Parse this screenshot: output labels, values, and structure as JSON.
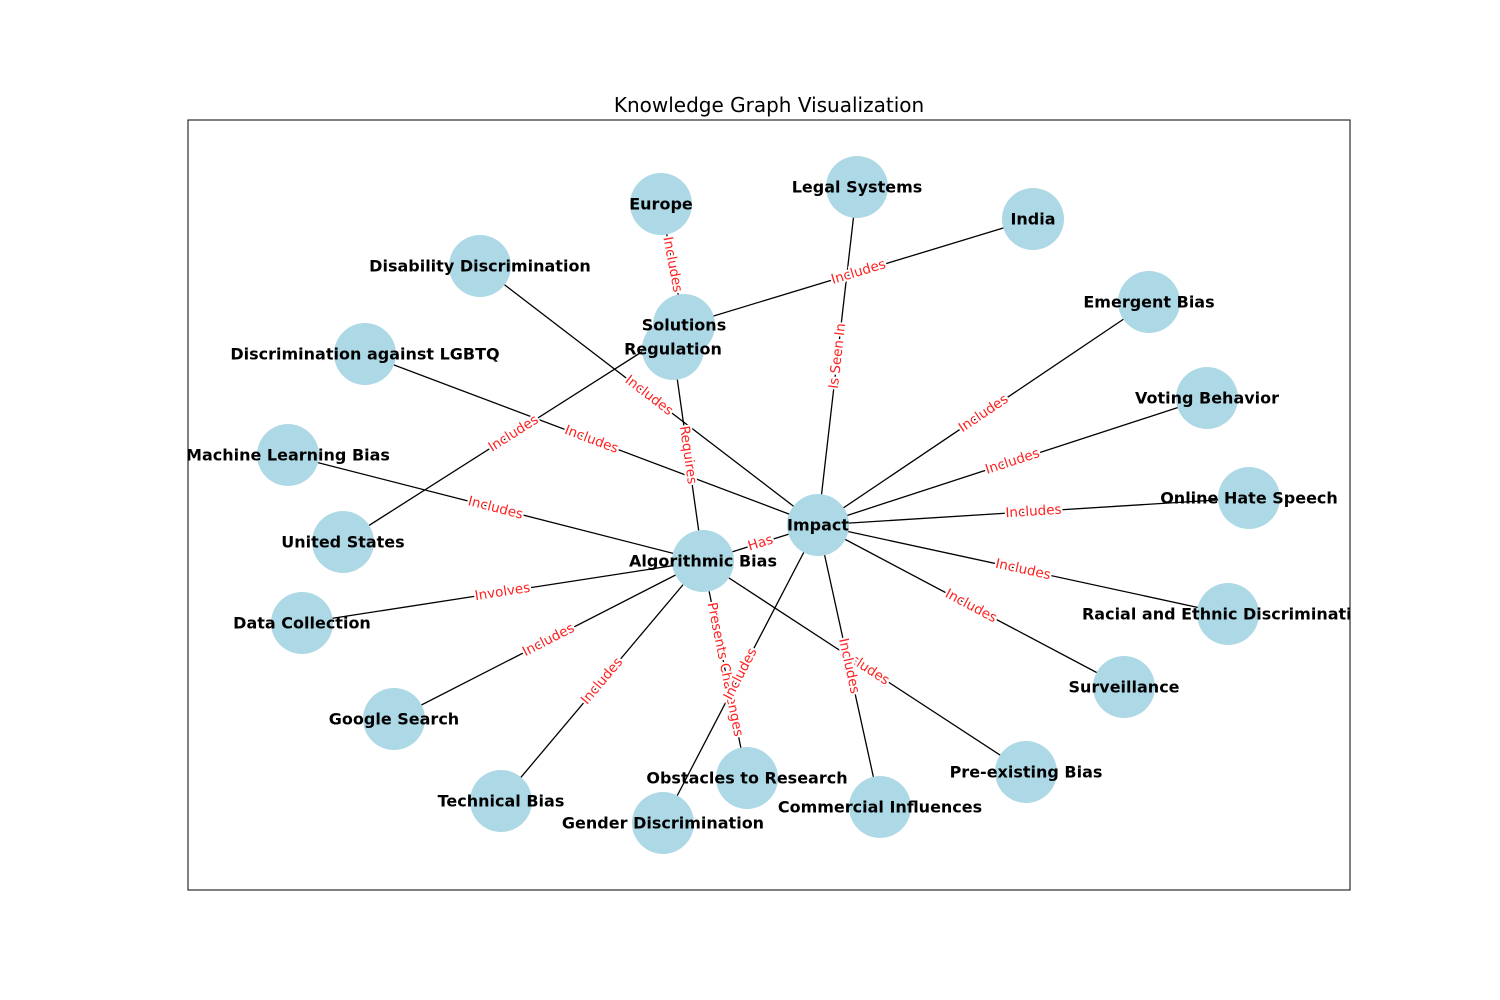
{
  "title": "Knowledge Graph Visualization",
  "colors": {
    "node_fill": "#add8e6",
    "edge": "#000000",
    "edge_label": "#ff2020",
    "frame": "#000000",
    "background": "#ffffff"
  },
  "nodes": [
    {
      "id": "impact",
      "label": "Impact"
    },
    {
      "id": "algorithmic-bias",
      "label": "Algorithmic Bias"
    },
    {
      "id": "regulation",
      "label": "Regulation"
    },
    {
      "id": "solutions",
      "label": "Solutions"
    },
    {
      "id": "europe",
      "label": "Europe"
    },
    {
      "id": "legal-systems",
      "label": "Legal Systems"
    },
    {
      "id": "india",
      "label": "India"
    },
    {
      "id": "disability-discrimination",
      "label": "Disability Discrimination"
    },
    {
      "id": "discrimination-lgbtq",
      "label": "Discrimination against LGBTQ"
    },
    {
      "id": "machine-learning-bias",
      "label": "Machine Learning Bias"
    },
    {
      "id": "united-states",
      "label": "United States"
    },
    {
      "id": "data-collection",
      "label": "Data Collection"
    },
    {
      "id": "google-search",
      "label": "Google Search"
    },
    {
      "id": "technical-bias",
      "label": "Technical Bias"
    },
    {
      "id": "gender-discrimination",
      "label": "Gender Discrimination"
    },
    {
      "id": "obstacles-research",
      "label": "Obstacles to Research"
    },
    {
      "id": "commercial-influences",
      "label": "Commercial Influences"
    },
    {
      "id": "pre-existing-bias",
      "label": "Pre-existing Bias"
    },
    {
      "id": "surveillance",
      "label": "Surveillance"
    },
    {
      "id": "racial-ethnic",
      "label": "Racial and Ethnic Discrimination"
    },
    {
      "id": "online-hate-speech",
      "label": "Online Hate Speech"
    },
    {
      "id": "voting-behavior",
      "label": "Voting Behavior"
    },
    {
      "id": "emergent-bias",
      "label": "Emergent Bias"
    }
  ],
  "edges": [
    {
      "source": "algorithmic-bias",
      "target": "impact",
      "label": "Has"
    },
    {
      "source": "algorithmic-bias",
      "target": "regulation",
      "label": "Requires"
    },
    {
      "source": "algorithmic-bias",
      "target": "machine-learning-bias",
      "label": "Includes"
    },
    {
      "source": "algorithmic-bias",
      "target": "data-collection",
      "label": "Involves"
    },
    {
      "source": "algorithmic-bias",
      "target": "google-search",
      "label": "Includes"
    },
    {
      "source": "algorithmic-bias",
      "target": "technical-bias",
      "label": "Includes"
    },
    {
      "source": "algorithmic-bias",
      "target": "obstacles-research",
      "label": "Presents Challenges"
    },
    {
      "source": "algorithmic-bias",
      "target": "pre-existing-bias",
      "label": "Includes"
    },
    {
      "source": "impact",
      "target": "legal-systems",
      "label": "Is Seen In"
    },
    {
      "source": "impact",
      "target": "disability-discrimination",
      "label": "Includes"
    },
    {
      "source": "impact",
      "target": "discrimination-lgbtq",
      "label": "Includes"
    },
    {
      "source": "impact",
      "target": "emergent-bias",
      "label": "Includes"
    },
    {
      "source": "impact",
      "target": "voting-behavior",
      "label": "Includes"
    },
    {
      "source": "impact",
      "target": "online-hate-speech",
      "label": "Includes"
    },
    {
      "source": "impact",
      "target": "racial-ethnic",
      "label": "Includes"
    },
    {
      "source": "impact",
      "target": "surveillance",
      "label": "Includes"
    },
    {
      "source": "impact",
      "target": "commercial-influences",
      "label": "Includes"
    },
    {
      "source": "impact",
      "target": "gender-discrimination",
      "label": "Includes"
    },
    {
      "source": "solutions",
      "target": "europe",
      "label": "Includes"
    },
    {
      "source": "solutions",
      "target": "india",
      "label": "Includes"
    },
    {
      "source": "solutions",
      "target": "united-states",
      "label": "Includes"
    }
  ]
}
